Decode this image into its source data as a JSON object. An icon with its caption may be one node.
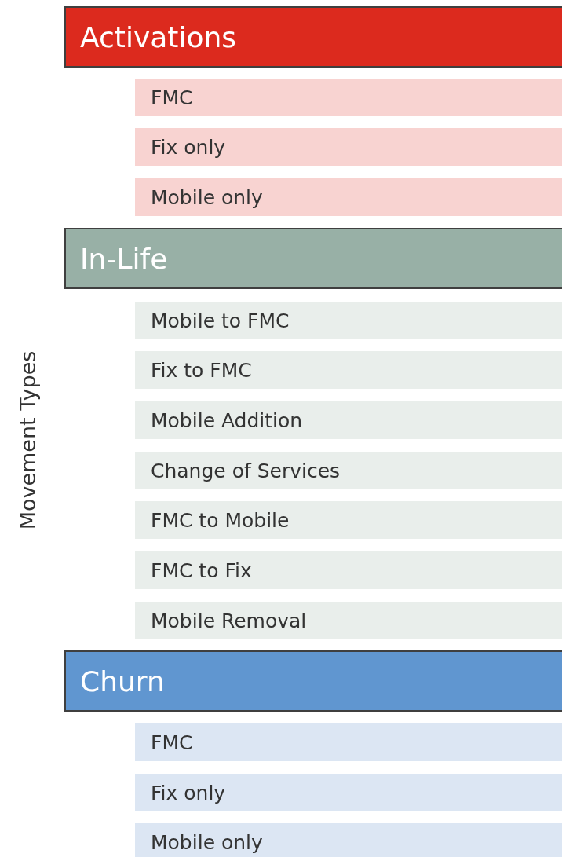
{
  "diagram": {
    "nodes": [
      {
        "text": [
          "Activations"
        ]
      },
      {
        "text": [
          "FMC"
        ]
      },
      {
        "text": [
          "Fix only"
        ]
      },
      {
        "text": [
          "Mobile only"
        ]
      },
      {
        "text": [
          "In-Life"
        ]
      },
      {
        "text": [
          "Mobile to FMC"
        ]
      },
      {
        "text": [
          "Fix to FMC"
        ]
      },
      {
        "text": [
          "Mobile Addition"
        ]
      },
      {
        "text": [
          "Change of Services"
        ]
      },
      {
        "text": [
          "FMC to Mobile"
        ]
      },
      {
        "text": [
          "FMC to Fix"
        ]
      },
      {
        "text": [
          "Mobile Removal"
        ]
      },
      {
        "text": [
          "Churn"
        ]
      },
      {
        "text": [
          "FMC"
        ]
      },
      {
        "text": [
          "Fix only"
        ]
      },
      {
        "text": [
          "Mobile only"
        ]
      }
    ],
    "labels": [
      "Movement Types"
    ]
  }
}
